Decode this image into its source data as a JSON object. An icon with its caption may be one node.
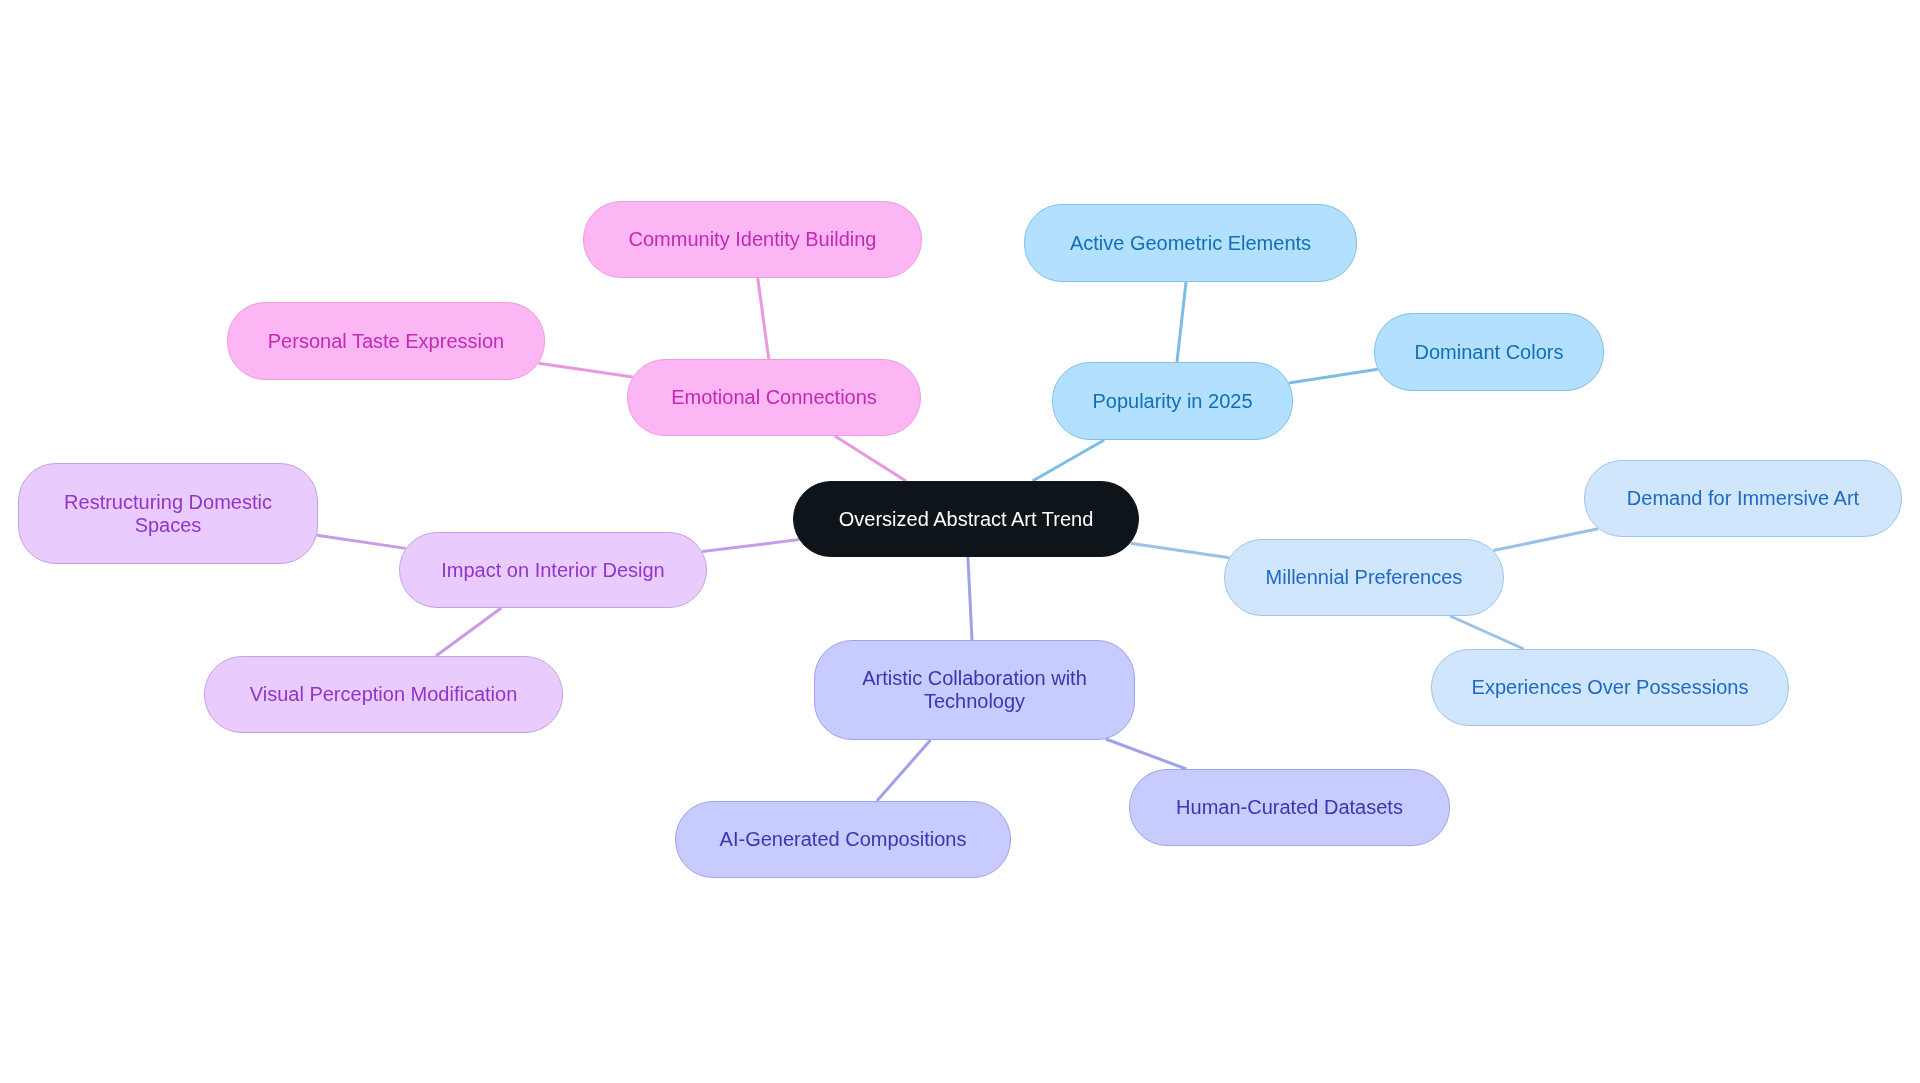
{
  "diagram": {
    "nodes": [
      {
        "text": [
          "Oversized Abstract Art Trend"
        ]
      },
      {
        "text": [
          "Emotional Connections"
        ]
      },
      {
        "text": [
          "Community Identity Building"
        ]
      },
      {
        "text": [
          "Personal Taste Expression"
        ]
      },
      {
        "text": [
          "Popularity in 2025"
        ]
      },
      {
        "text": [
          "Active Geometric Elements"
        ]
      },
      {
        "text": [
          "Dominant Colors"
        ]
      },
      {
        "text": [
          "Impact on Interior Design"
        ]
      },
      {
        "text": [
          "Restructuring Domestic Spaces"
        ]
      },
      {
        "text": [
          "Visual Perception Modification"
        ]
      },
      {
        "text": [
          "Millennial Preferences"
        ]
      },
      {
        "text": [
          "Demand for Immersive Art"
        ]
      },
      {
        "text": [
          "Experiences Over Possessions"
        ]
      },
      {
        "text": [
          "Artistic Collaboration with Technology"
        ]
      },
      {
        "text": [
          "AI-Generated Compositions"
        ]
      },
      {
        "text": [
          "Human-Curated Datasets"
        ]
      }
    ],
    "edges": [
      {
        "from": 0,
        "to": 1,
        "arrow": "none",
        "color": "#e897e0"
      },
      {
        "from": 1,
        "to": 2,
        "arrow": "none",
        "color": "#e897e0"
      },
      {
        "from": 1,
        "to": 3,
        "arrow": "none",
        "color": "#e897e0"
      },
      {
        "from": 0,
        "to": 4,
        "arrow": "none",
        "color": "#7cbde6"
      },
      {
        "from": 4,
        "to": 5,
        "arrow": "none",
        "color": "#7cbde6"
      },
      {
        "from": 4,
        "to": 6,
        "arrow": "none",
        "color": "#7cbde6"
      },
      {
        "from": 0,
        "to": 7,
        "arrow": "none",
        "color": "#c69be8"
      },
      {
        "from": 7,
        "to": 8,
        "arrow": "none",
        "color": "#c69be8"
      },
      {
        "from": 7,
        "to": 9,
        "arrow": "none",
        "color": "#c69be8"
      },
      {
        "from": 0,
        "to": 10,
        "arrow": "none",
        "color": "#9dc0ea"
      },
      {
        "from": 10,
        "to": 11,
        "arrow": "none",
        "color": "#9dc0ea"
      },
      {
        "from": 10,
        "to": 12,
        "arrow": "none",
        "color": "#9dc0ea"
      },
      {
        "from": 0,
        "to": 13,
        "arrow": "none",
        "color": "#a0a2e8"
      },
      {
        "from": 13,
        "to": 14,
        "arrow": "none",
        "color": "#a0a2e8"
      },
      {
        "from": 13,
        "to": 15,
        "arrow": "none",
        "color": "#a0a2e8"
      }
    ]
  }
}
